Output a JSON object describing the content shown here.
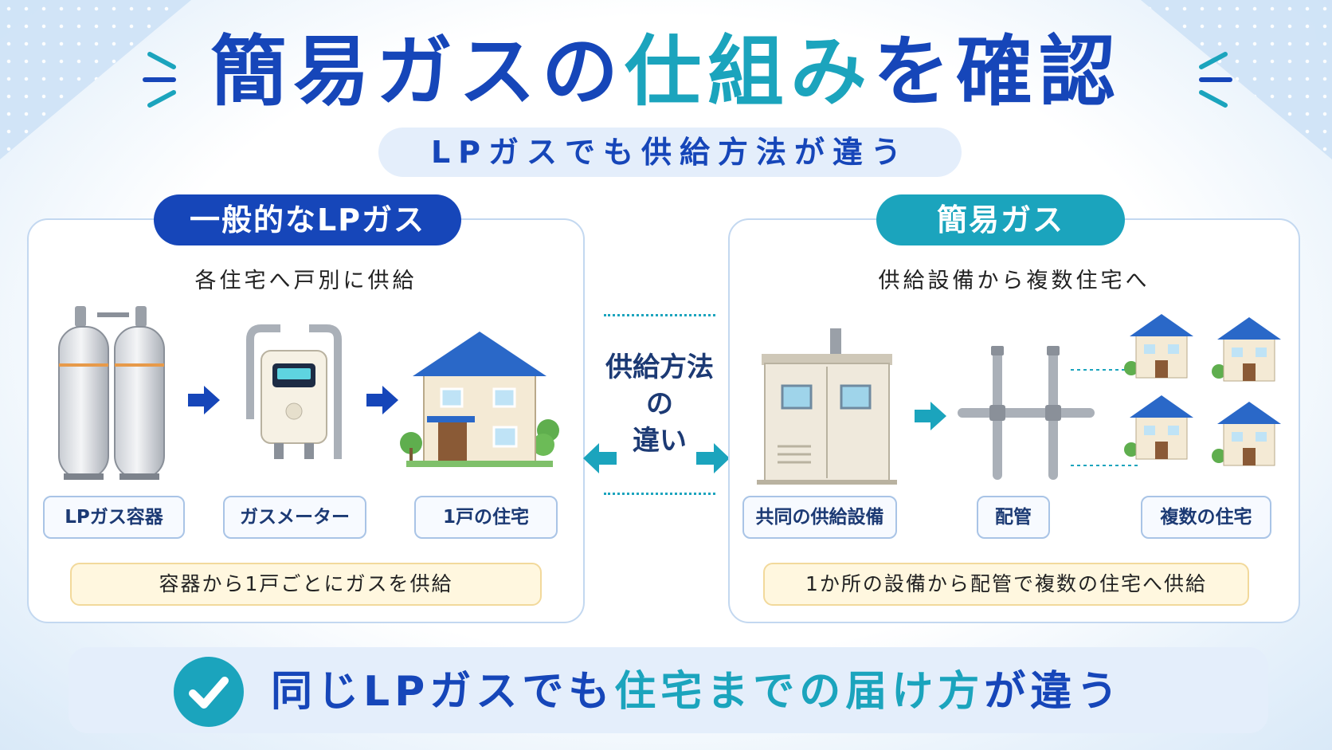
{
  "title": {
    "part1": "簡易ガスの",
    "part2": "仕組み",
    "part3": "を確認"
  },
  "subtitle": "LPガスでも供給方法が違う",
  "left_panel": {
    "tag": "一般的なLPガス",
    "subtitle": "各住宅へ戸別に供給",
    "labels": [
      "LPガス容器",
      "ガスメーター",
      "1戸の住宅"
    ],
    "note": "容器から1戸ごとにガスを供給"
  },
  "right_panel": {
    "tag": "簡易ガス",
    "subtitle": "供給設備から複数住宅へ",
    "labels": [
      "共同の供給設備",
      "配管",
      "複数の住宅"
    ],
    "note": "1か所の設備から配管で複数の住宅へ供給"
  },
  "center": {
    "line1": "供給方法",
    "line2": "の",
    "line3": "違い"
  },
  "bottom": {
    "part1": "同じLPガスでも",
    "part2": "住宅までの届け方",
    "part3": "が違う"
  },
  "colors": {
    "primary": "#1646b9",
    "accent": "#1ba4bd",
    "note_bg": "#fff7df"
  },
  "icons": [
    "sparkle-icon",
    "gas-cylinder-icon",
    "gas-meter-icon",
    "house-icon",
    "supply-facility-icon",
    "pipe-icon",
    "check-icon",
    "arrow-right-icon",
    "arrow-left-icon"
  ]
}
